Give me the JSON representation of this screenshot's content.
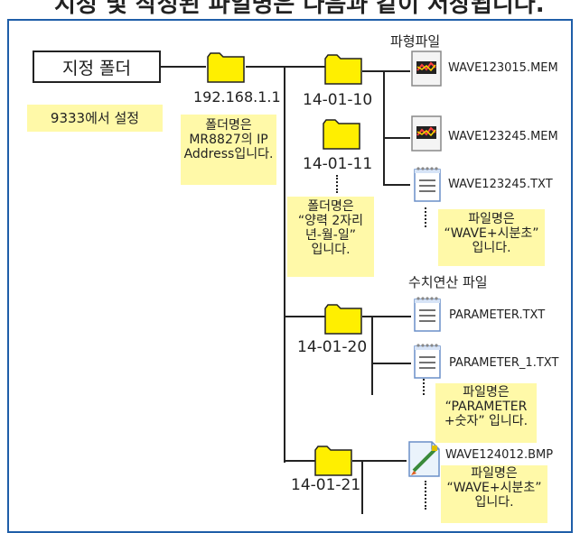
{
  "header": {
    "title": "지정 및 작성된 파일명은 다음과 같이 저장됩니다."
  },
  "root": {
    "label": "지정 폴더",
    "note": "9333에서 설정"
  },
  "ip_folder": {
    "name": "192.168.1.1",
    "note_line1": "폴더명은",
    "note_line2": "MR8827의 IP",
    "note_line3": "Address입니다."
  },
  "date_folders": [
    "14-01-10",
    "14-01-11",
    "14-01-20",
    "14-01-21"
  ],
  "date_note": {
    "line1": "폴더명은",
    "line2": "“양력 2자리",
    "line3": "년-월-일”",
    "line4": "입니다."
  },
  "waveform": {
    "heading": "파형파일",
    "files": [
      "WAVE123015.MEM",
      "WAVE123245.MEM",
      "WAVE123245.TXT"
    ],
    "note": {
      "line1": "파일명은",
      "line2": "“WAVE+시분초”",
      "line3": "입니다."
    }
  },
  "numeric": {
    "heading": "수치연산 파일",
    "files": [
      "PARAMETER.TXT",
      "PARAMETER_1.TXT"
    ],
    "note": {
      "line1": "파일명은",
      "line2": "“PARAMETER",
      "line3": "+숫자” 입니다."
    }
  },
  "image": {
    "files": [
      "WAVE124012.BMP"
    ],
    "note": {
      "line1": "파일명은",
      "line2": "“WAVE+시분초”",
      "line3": "입니다."
    }
  },
  "colors": {
    "frame": "#1f5ea8",
    "folder": "#ffef00",
    "note_bg": "#fff9a8"
  },
  "icons": [
    "folder-icon",
    "mem-file-icon",
    "txt-file-icon",
    "bmp-file-icon"
  ]
}
